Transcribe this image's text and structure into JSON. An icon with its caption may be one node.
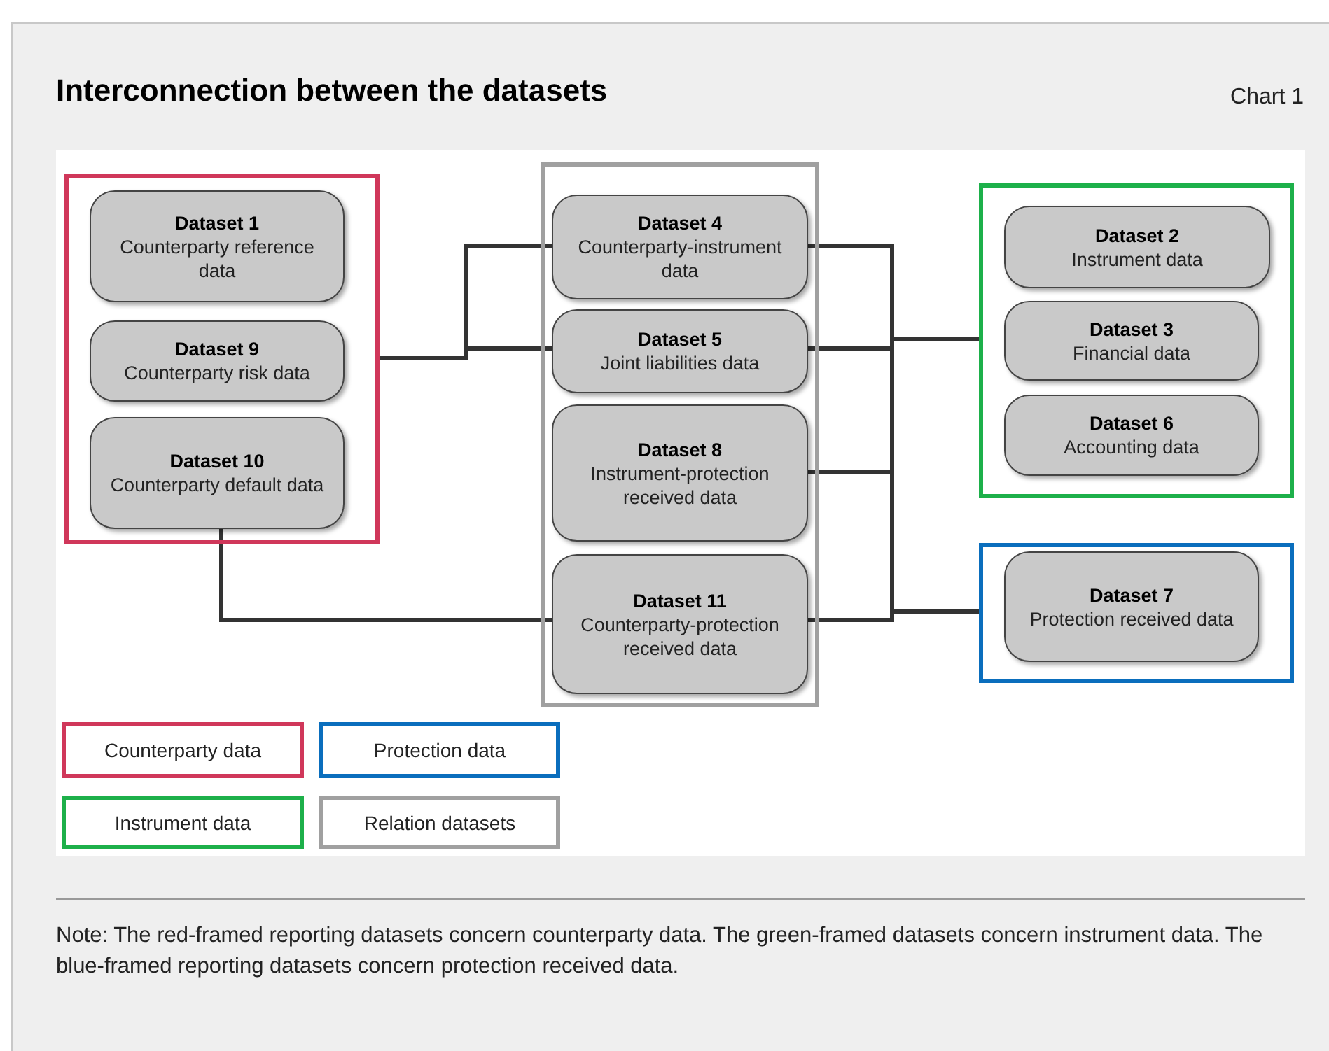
{
  "diagram": {
    "title": "Interconnection between the datasets",
    "caption": "Note: The red-framed reporting datasets concern counterparty data. The green-framed datasets concern instrument data. The blue-framed reporting datasets concern protection received data.",
    "nodes": [
      {
        "text": [],
        "shape": "box"
      },
      {
        "text": [
          "Dataset 1",
          "Counterparty reference data"
        ],
        "in": 0
      },
      {
        "text": [
          "Dataset 9",
          "Counterparty risk data"
        ],
        "in": 0
      },
      {
        "text": [
          "Dataset 10",
          "Counterparty default data"
        ],
        "in": 0
      },
      {
        "text": [],
        "shape": "box"
      },
      {
        "text": [
          "Dataset 4",
          "Counterparty-instrument data"
        ],
        "in": 4
      },
      {
        "text": [
          "Dataset 5",
          "Joint liabilities data"
        ],
        "in": 4
      },
      {
        "text": [
          "Dataset 8",
          "Instrument-protection received data"
        ],
        "in": 4
      },
      {
        "text": [
          "Dataset 11",
          "Counterparty-protection received data"
        ],
        "in": 4
      },
      {
        "text": [],
        "shape": "box"
      },
      {
        "text": [
          "Dataset 2",
          "Instrument data"
        ],
        "in": 9
      },
      {
        "text": [
          "Dataset 3",
          "Financial data"
        ],
        "in": 9
      },
      {
        "text": [
          "Dataset 6",
          "Accounting data"
        ],
        "in": 9
      },
      {
        "text": [],
        "shape": "box"
      },
      {
        "text": [
          "Dataset 7",
          "Protection received data"
        ],
        "in": 13
      }
    ],
    "edges": [
      {
        "from": 0,
        "to": 5,
        "arrow": "none"
      },
      {
        "from": 0,
        "to": 6,
        "arrow": "none"
      },
      {
        "from": 3,
        "to": 8,
        "arrow": "none"
      },
      {
        "from": 5,
        "to": 9,
        "arrow": "none"
      },
      {
        "from": 6,
        "to": 9,
        "arrow": "none"
      },
      {
        "from": 7,
        "to": 9,
        "arrow": "none"
      },
      {
        "from": 8,
        "to": 9,
        "arrow": "none"
      },
      {
        "from": 5,
        "to": 13,
        "arrow": "none"
      },
      {
        "from": 6,
        "to": 13,
        "arrow": "none"
      },
      {
        "from": 7,
        "to": 13,
        "arrow": "none"
      },
      {
        "from": 8,
        "to": 13,
        "arrow": "none"
      }
    ],
    "labels": [
      "Chart 1"
    ],
    "legend": [
      {
        "text": "Counterparty data",
        "color": "#d0375a"
      },
      {
        "text": "Protection data",
        "color": "#0a6ebd"
      },
      {
        "text": "Instrument data",
        "color": "#1db04a"
      },
      {
        "text": "Relation datasets",
        "color": "#a0a0a0"
      }
    ]
  }
}
